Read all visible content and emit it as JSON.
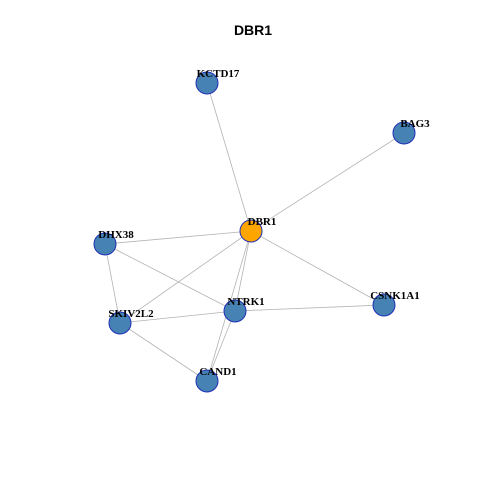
{
  "graph": {
    "title": "DBR1",
    "colors": {
      "node_default": "#4682b4",
      "node_focus": "#ffa500",
      "node_border": "#1f2fb5",
      "edge": "#b3b3b3"
    },
    "nodes": [
      {
        "id": "KCTD17",
        "label": "KCTD17",
        "focus": false
      },
      {
        "id": "BAG3",
        "label": "BAG3",
        "focus": false
      },
      {
        "id": "DBR1",
        "label": "DBR1",
        "focus": true
      },
      {
        "id": "DHX38",
        "label": "DHX38",
        "focus": false
      },
      {
        "id": "CSNK1A1",
        "label": "CSNK1A1",
        "focus": false
      },
      {
        "id": "NTRK1",
        "label": "NTRK1",
        "focus": false
      },
      {
        "id": "SKIV2L2",
        "label": "SKIV2L2",
        "focus": false
      },
      {
        "id": "CAND1",
        "label": "CAND1",
        "focus": false
      }
    ],
    "edges": [
      [
        "DBR1",
        "KCTD17"
      ],
      [
        "DBR1",
        "BAG3"
      ],
      [
        "DBR1",
        "DHX38"
      ],
      [
        "DBR1",
        "CSNK1A1"
      ],
      [
        "DBR1",
        "NTRK1"
      ],
      [
        "DBR1",
        "SKIV2L2"
      ],
      [
        "DBR1",
        "CAND1"
      ],
      [
        "DHX38",
        "NTRK1"
      ],
      [
        "DHX38",
        "SKIV2L2"
      ],
      [
        "NTRK1",
        "CSNK1A1"
      ],
      [
        "NTRK1",
        "SKIV2L2"
      ],
      [
        "NTRK1",
        "CAND1"
      ],
      [
        "SKIV2L2",
        "CAND1"
      ]
    ]
  }
}
